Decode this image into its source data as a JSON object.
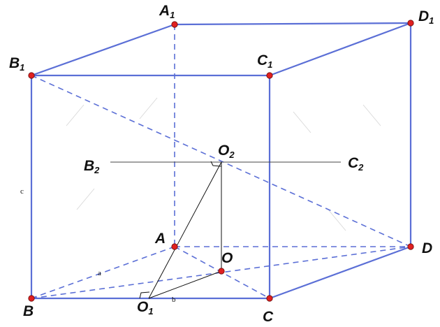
{
  "diagram": {
    "colors": {
      "edge": "#5b6fd6",
      "point": "#e02020",
      "aux_line": "#111111"
    },
    "vertices": [
      {
        "id": "A1",
        "name": "A",
        "sub": "1"
      },
      {
        "id": "D1",
        "name": "D",
        "sub": "1"
      },
      {
        "id": "B1",
        "name": "B",
        "sub": "1"
      },
      {
        "id": "C1",
        "name": "C",
        "sub": "1"
      },
      {
        "id": "A",
        "name": "A",
        "sub": ""
      },
      {
        "id": "D",
        "name": "D",
        "sub": ""
      },
      {
        "id": "B",
        "name": "B",
        "sub": ""
      },
      {
        "id": "C",
        "name": "C",
        "sub": ""
      }
    ],
    "auxiliary_points": [
      {
        "id": "O2",
        "name": "O",
        "sub": "2"
      },
      {
        "id": "B2",
        "name": "B",
        "sub": "2"
      },
      {
        "id": "C2",
        "name": "C",
        "sub": "2"
      },
      {
        "id": "O",
        "name": "O",
        "sub": ""
      },
      {
        "id": "O1",
        "name": "O",
        "sub": "1"
      }
    ],
    "edge_labels": [
      {
        "id": "a",
        "text": "a"
      },
      {
        "id": "b",
        "text": "b"
      },
      {
        "id": "c",
        "text": "c"
      }
    ]
  }
}
